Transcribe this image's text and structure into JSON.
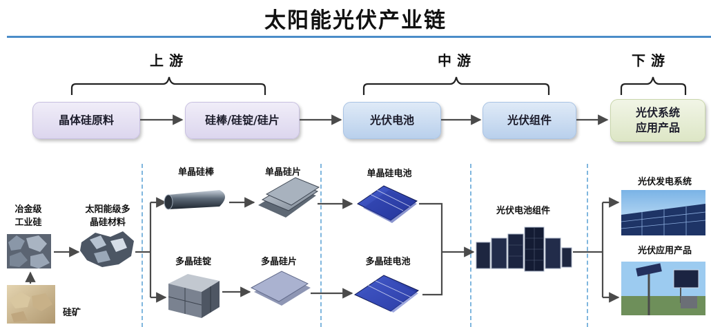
{
  "title": "太阳能光伏产业链",
  "stages": {
    "upstream": "上游",
    "midstream": "中游",
    "downstream": "下游"
  },
  "chain_boxes": {
    "crystalline_silicon_raw": "晶体硅原料",
    "rod_ingot_wafer": "硅棒/硅锭/硅片",
    "pv_cell": "光伏电池",
    "pv_module": "光伏组件",
    "pv_system_line1": "光伏系统",
    "pv_system_line2": "应用产品"
  },
  "detail": {
    "metallurgical_line1": "冶金级",
    "metallurgical_line2": "工业硅",
    "silicon_ore": "硅矿",
    "solar_poly_line1": "太阳能级多",
    "solar_poly_line2": "晶硅材料",
    "mono_rod": "单晶硅棒",
    "mono_wafer": "单晶硅片",
    "poly_ingot": "多晶硅锭",
    "poly_wafer": "多晶硅片",
    "mono_cell": "单晶硅电池",
    "poly_cell": "多晶硅电池",
    "cell_module": "光伏电池组件",
    "power_system": "光伏发电系统",
    "application_products": "光伏应用产品"
  },
  "colors": {
    "accent_rule": "#4a8cc8",
    "arrow": "#4a4a4a",
    "divider": "#7fb6de",
    "cell_blue": "#2a3fa8"
  }
}
